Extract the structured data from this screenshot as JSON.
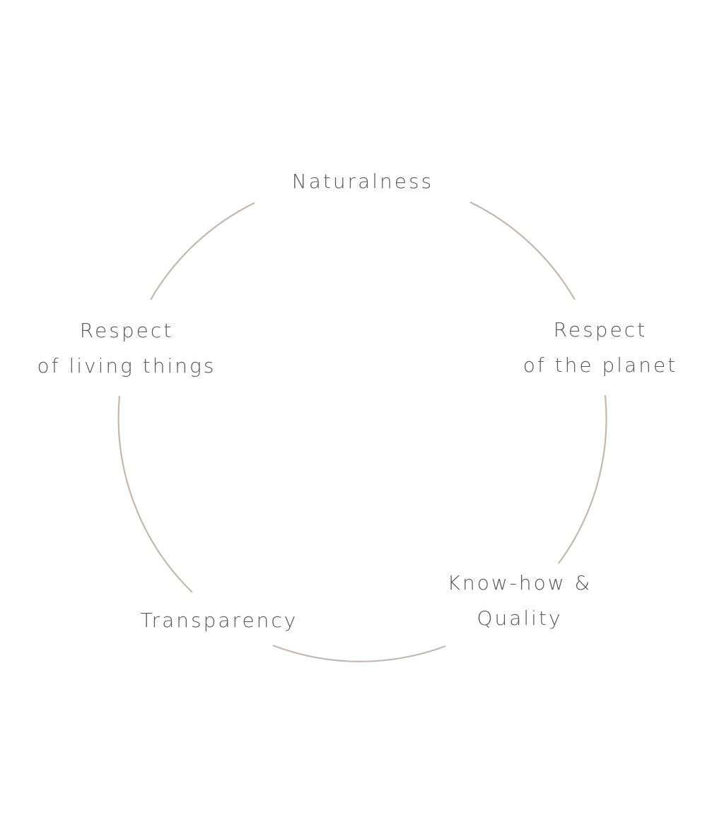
{
  "diagram": {
    "ring_color": "#bfb8b3",
    "text_color": "#5b5757",
    "values": [
      {
        "id": "naturalness",
        "lines": [
          "Naturalness"
        ]
      },
      {
        "id": "planet",
        "lines": [
          "Respect",
          "of the planet"
        ]
      },
      {
        "id": "quality",
        "lines": [
          "Know-how &",
          "Quality"
        ]
      },
      {
        "id": "transparency",
        "lines": [
          "Transparency"
        ]
      },
      {
        "id": "living",
        "lines": [
          "Respect",
          "of living things"
        ]
      }
    ]
  }
}
